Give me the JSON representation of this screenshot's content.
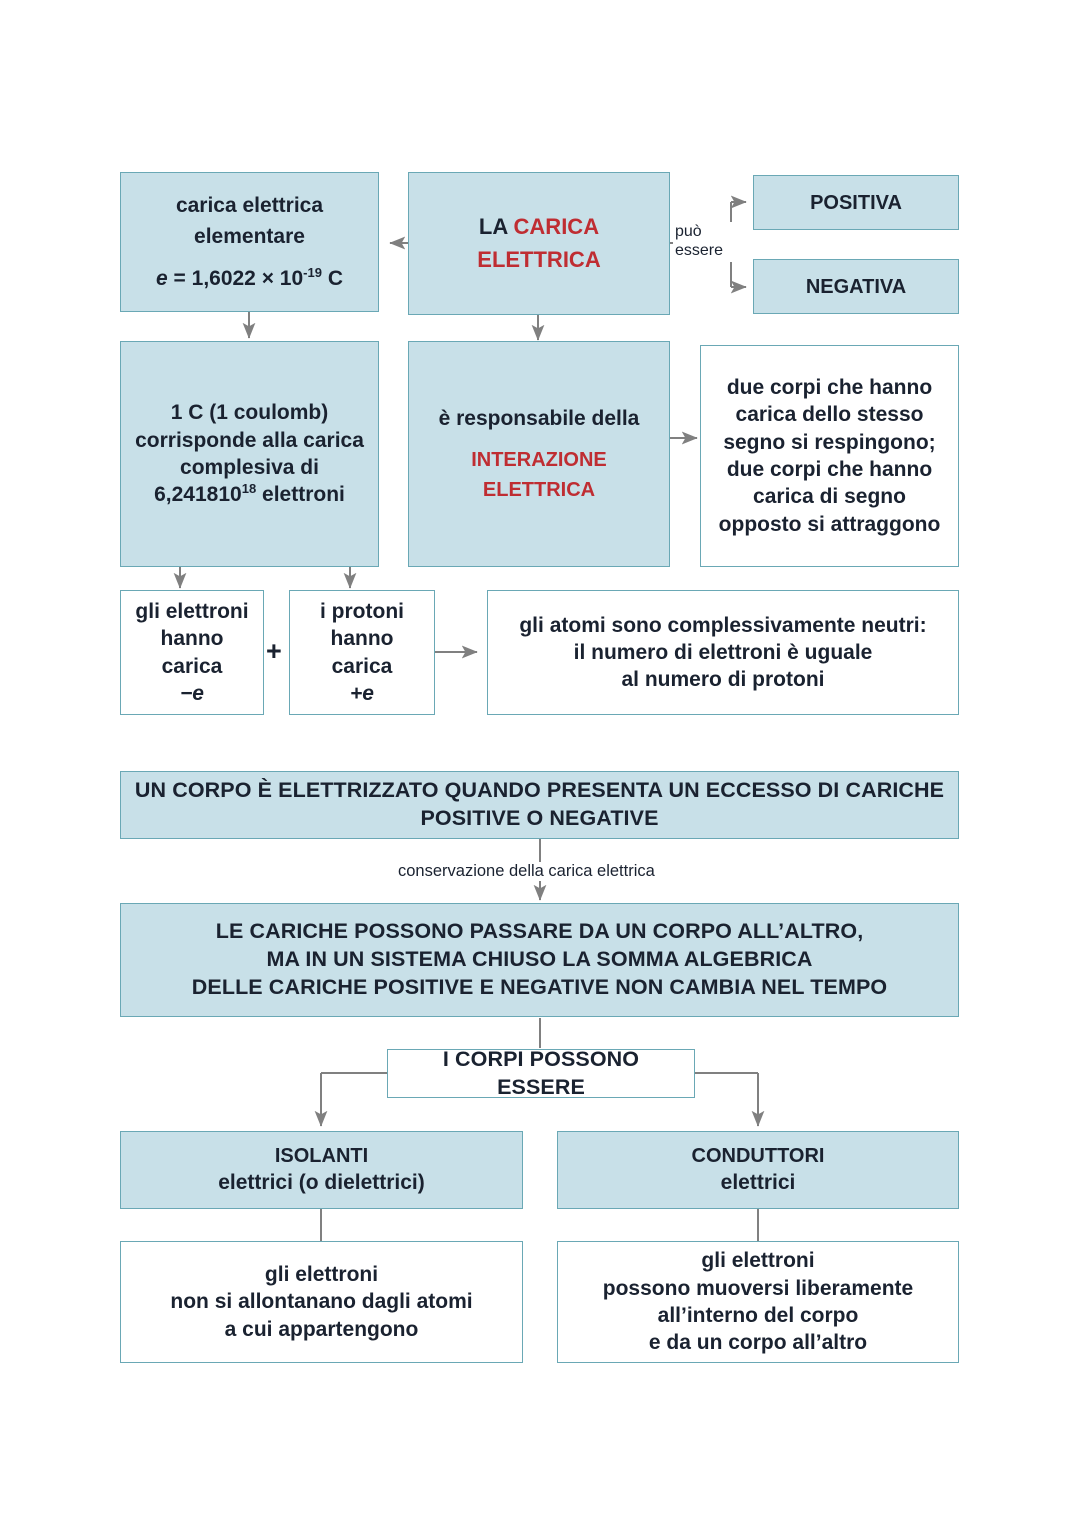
{
  "diagram": {
    "title_concept": "La carica elettrica",
    "colors": {
      "box_fill": "#c8e0e8",
      "box_border": "#6aa8b5",
      "accent_red": "#bf2d32",
      "text_dark": "#1a2230",
      "connector_gray": "#808080",
      "page_background": "#ffffff"
    }
  },
  "nodes": {
    "carica_elementare": {
      "line1": "carica elettrica",
      "line2": "elementare",
      "formula_prefix": "e",
      "formula_body": " = 1,6022 × 10",
      "formula_exponent": "-19",
      "formula_suffix": " C"
    },
    "carica_elettrica": {
      "word_la": "LA ",
      "word_carica": "CARICA",
      "word_elettrica": "ELETTRICA"
    },
    "positiva": {
      "label": "POSITIVA"
    },
    "negativa": {
      "label": "NEGATIVA"
    },
    "coulomb": {
      "line1": "1 C (1 coulomb)",
      "line2": "corrisponde alla carica",
      "line3": "complesiva di",
      "line4_base": "6,241810",
      "line4_exponent": "18",
      "line4_suffix": " elettroni"
    },
    "responsabile": {
      "line1": "è responsabile della",
      "line2": "INTERAZIONE",
      "line3": "ELETTRICA"
    },
    "due_corpi": {
      "line1": "due corpi che hanno",
      "line2": "carica dello stesso",
      "line3": "segno si respingono;",
      "line4": "due corpi che hanno",
      "line5": "carica di segno",
      "line6": "opposto si attraggono"
    },
    "elettroni_carica": {
      "line1": "gli elettroni",
      "line2": "hanno carica",
      "line3": "−e"
    },
    "protoni_carica": {
      "line1": "i protoni",
      "line2": "hanno carica",
      "line3": "+e"
    },
    "atomi_neutri": {
      "line1": "gli atomi sono complessivamente neutri:",
      "line2": "il numero di elettroni è uguale",
      "line3": "al numero di protoni"
    },
    "corpo_elettrizzato": {
      "line1": "UN CORPO È ELETTRIZZATO QUANDO PRESENTA UN ECCESSO DI CARICHE",
      "line2": "POSITIVE O NEGATIVE"
    },
    "conservazione": {
      "line1": "LE CARICHE POSSONO PASSARE DA UN CORPO ALL’ALTRO,",
      "line2": "MA IN UN SISTEMA CHIUSO LA SOMMA ALGEBRICA",
      "line3": "DELLE CARICHE POSITIVE E NEGATIVE NON CAMBIA NEL TEMPO"
    },
    "corpi_possono_essere": {
      "label": "I CORPI POSSONO ESSERE"
    },
    "isolanti": {
      "line1": "ISOLANTI",
      "line2": "elettrici (o dielettrici)"
    },
    "conduttori": {
      "line1": "CONDUTTORI",
      "line2": "elettrici"
    },
    "isolanti_desc": {
      "line1": "gli elettroni",
      "line2": "non si allontanano dagli atomi",
      "line3": "a cui appartengono"
    },
    "conduttori_desc": {
      "line1": "gli elettroni",
      "line2": "possono muoversi liberamente",
      "line3": "all’interno del corpo",
      "line4": "e da un corpo all’altro"
    }
  },
  "edge_labels": {
    "puo_essere_line1": "può",
    "puo_essere_line2": "essere",
    "conservazione_carica": "conservazione della carica elettrica",
    "plus": "+"
  }
}
